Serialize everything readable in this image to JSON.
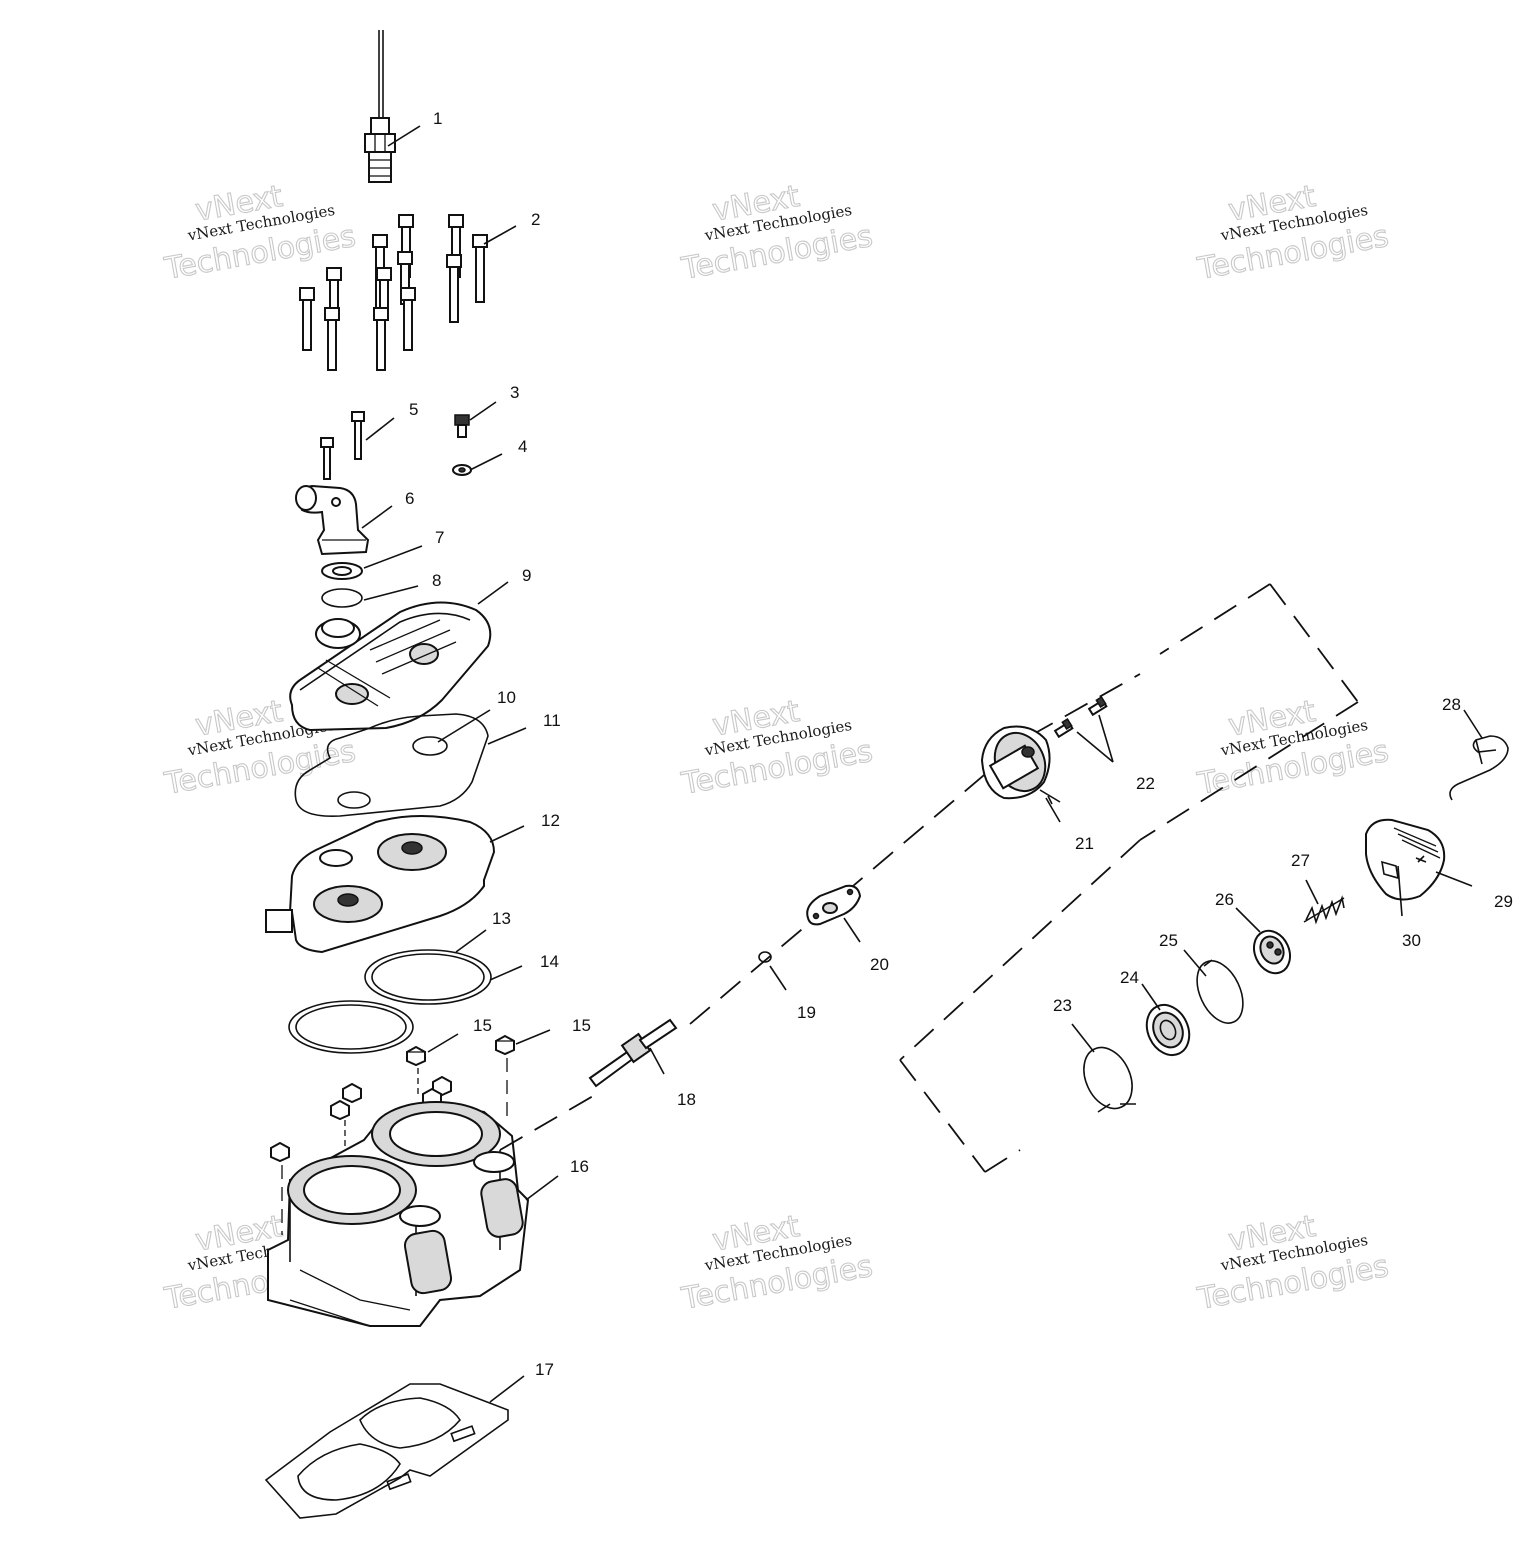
{
  "diagram": {
    "watermark": {
      "line1": "vNext Technologies",
      "line2": "vNext",
      "line3": "Technologies"
    },
    "callouts": [
      {
        "id": "1",
        "label": "1"
      },
      {
        "id": "2",
        "label": "2"
      },
      {
        "id": "3",
        "label": "3"
      },
      {
        "id": "4",
        "label": "4"
      },
      {
        "id": "5",
        "label": "5"
      },
      {
        "id": "6",
        "label": "6"
      },
      {
        "id": "7",
        "label": "7"
      },
      {
        "id": "8",
        "label": "8"
      },
      {
        "id": "9",
        "label": "9"
      },
      {
        "id": "10",
        "label": "10"
      },
      {
        "id": "11",
        "label": "11"
      },
      {
        "id": "12",
        "label": "12"
      },
      {
        "id": "13",
        "label": "13"
      },
      {
        "id": "14",
        "label": "14"
      },
      {
        "id": "15a",
        "label": "15"
      },
      {
        "id": "15b",
        "label": "15"
      },
      {
        "id": "16",
        "label": "16"
      },
      {
        "id": "17",
        "label": "17"
      },
      {
        "id": "18",
        "label": "18"
      },
      {
        "id": "19",
        "label": "19"
      },
      {
        "id": "20",
        "label": "20"
      },
      {
        "id": "21",
        "label": "21"
      },
      {
        "id": "22",
        "label": "22"
      },
      {
        "id": "23",
        "label": "23"
      },
      {
        "id": "24",
        "label": "24"
      },
      {
        "id": "25",
        "label": "25"
      },
      {
        "id": "26",
        "label": "26"
      },
      {
        "id": "27",
        "label": "27"
      },
      {
        "id": "28",
        "label": "28"
      },
      {
        "id": "29",
        "label": "29"
      },
      {
        "id": "30",
        "label": "30"
      }
    ]
  }
}
